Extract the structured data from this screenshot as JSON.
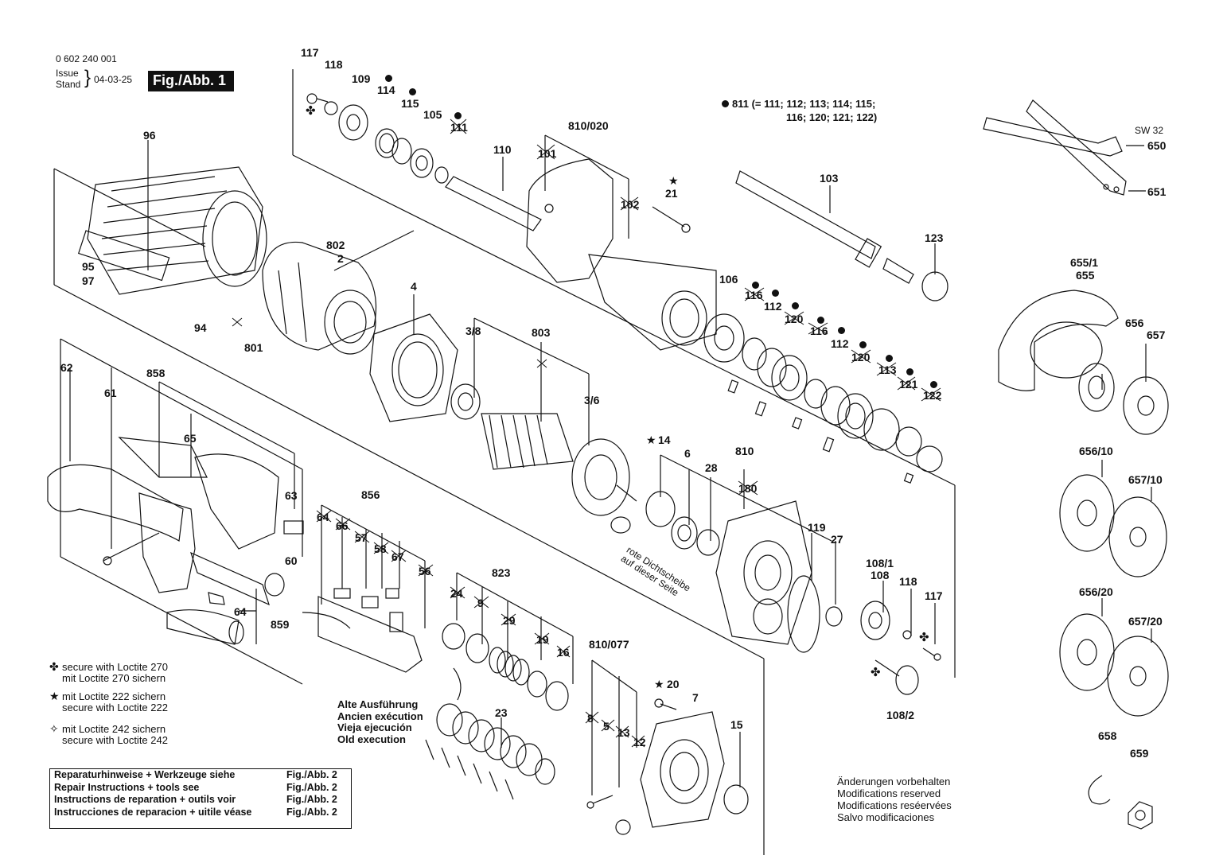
{
  "header": {
    "drawing_number": "0 602 240 001",
    "issue_label": "Issue",
    "stand_label": "Stand",
    "date": "04-03-25",
    "figure_label": "Fig./Abb. 1"
  },
  "kit_note": {
    "line1": "811 (= 111; 112; 113; 114; 115;",
    "line2": "116; 120; 121; 122)"
  },
  "wrench": {
    "size_label": "SW 32"
  },
  "part_numbers": {
    "p117a": "117",
    "p118a": "118",
    "p109": "109",
    "p114": "114",
    "p115": "115",
    "p105": "105",
    "p111": "111",
    "p110": "110",
    "p810_020": "810/020",
    "p101": "101",
    "p102": "102",
    "p21": "21",
    "p103": "103",
    "p123": "123",
    "p650": "650",
    "p651": "651",
    "p96": "96",
    "p802": "802",
    "p2": "2",
    "p95": "95",
    "p97": "97",
    "p94": "94",
    "p801": "801",
    "p4": "4",
    "p3_8": "3/8",
    "p803": "803",
    "p3_6": "3/6",
    "p106": "106",
    "p116a": "116",
    "p112a": "112",
    "p120a": "120",
    "p116b": "116",
    "p112b": "112",
    "p120b": "120",
    "p113": "113",
    "p121": "121",
    "p122": "122",
    "p655_1": "655/1",
    "p655": "655",
    "p656": "656",
    "p657": "657",
    "p62": "62",
    "p61": "61",
    "p858": "858",
    "p65": "65",
    "p63": "63",
    "p856": "856",
    "p64a": "64",
    "p66": "66",
    "p57": "57",
    "p58": "58",
    "p67": "67",
    "p56": "56",
    "p60": "60",
    "p64b": "64",
    "p859": "859",
    "p14": "14",
    "p6": "6",
    "p28": "28",
    "p810": "810",
    "p180": "180",
    "p119": "119",
    "p27": "27",
    "p108_1": "108/1",
    "p108": "108",
    "p118b": "118",
    "p117b": "117",
    "p108_2": "108/2",
    "p823": "823",
    "p24": "24",
    "p9": "9",
    "p29": "29",
    "p19": "19",
    "p16": "16",
    "p810_077": "810/077",
    "p20": "20",
    "p7": "7",
    "p15": "15",
    "p23": "23",
    "p8": "8",
    "p5": "5",
    "p13": "13",
    "p12": "12",
    "p656_10": "656/10",
    "p657_10": "657/10",
    "p656_20": "656/20",
    "p657_20": "657/20",
    "p658": "658",
    "p659": "659"
  },
  "legend": [
    {
      "symbol": "✤",
      "line1": "secure with Loctite 270",
      "line2": "mit Loctite 270 sichern"
    },
    {
      "symbol": "★",
      "line1": "mit Loctite 222 sichern",
      "line2": "secure with Loctite 222"
    },
    {
      "symbol": "✧",
      "line1": "mit Loctite 242 sichern",
      "line2": "secure with Loctite 242"
    }
  ],
  "old_execution": [
    "Alte Ausführung",
    "Ancien exécution",
    "Vieja ejecución",
    "Old execution"
  ],
  "red_seal_note": [
    "rote Dichtscheibe",
    "auf dieser Seite"
  ],
  "repair_table": [
    {
      "text": "Reparaturhinweise + Werkzeuge siehe",
      "ref": "Fig./Abb. 2"
    },
    {
      "text": "Repair Instructions + tools see",
      "ref": "Fig./Abb. 2"
    },
    {
      "text": "Instructions de reparation + outils voir",
      "ref": "Fig./Abb. 2"
    },
    {
      "text": "Instrucciones de reparacion + uitile véase",
      "ref": "Fig./Abb. 2"
    }
  ],
  "modifications_notice": [
    "Änderungen vorbehalten",
    "Modifications reserved",
    "Modifications reséervées",
    "Salvo modificaciones"
  ],
  "colors": {
    "ink": "#111111",
    "paper": "#ffffff",
    "badge_bg": "#111111",
    "badge_text": "#ffffff"
  }
}
